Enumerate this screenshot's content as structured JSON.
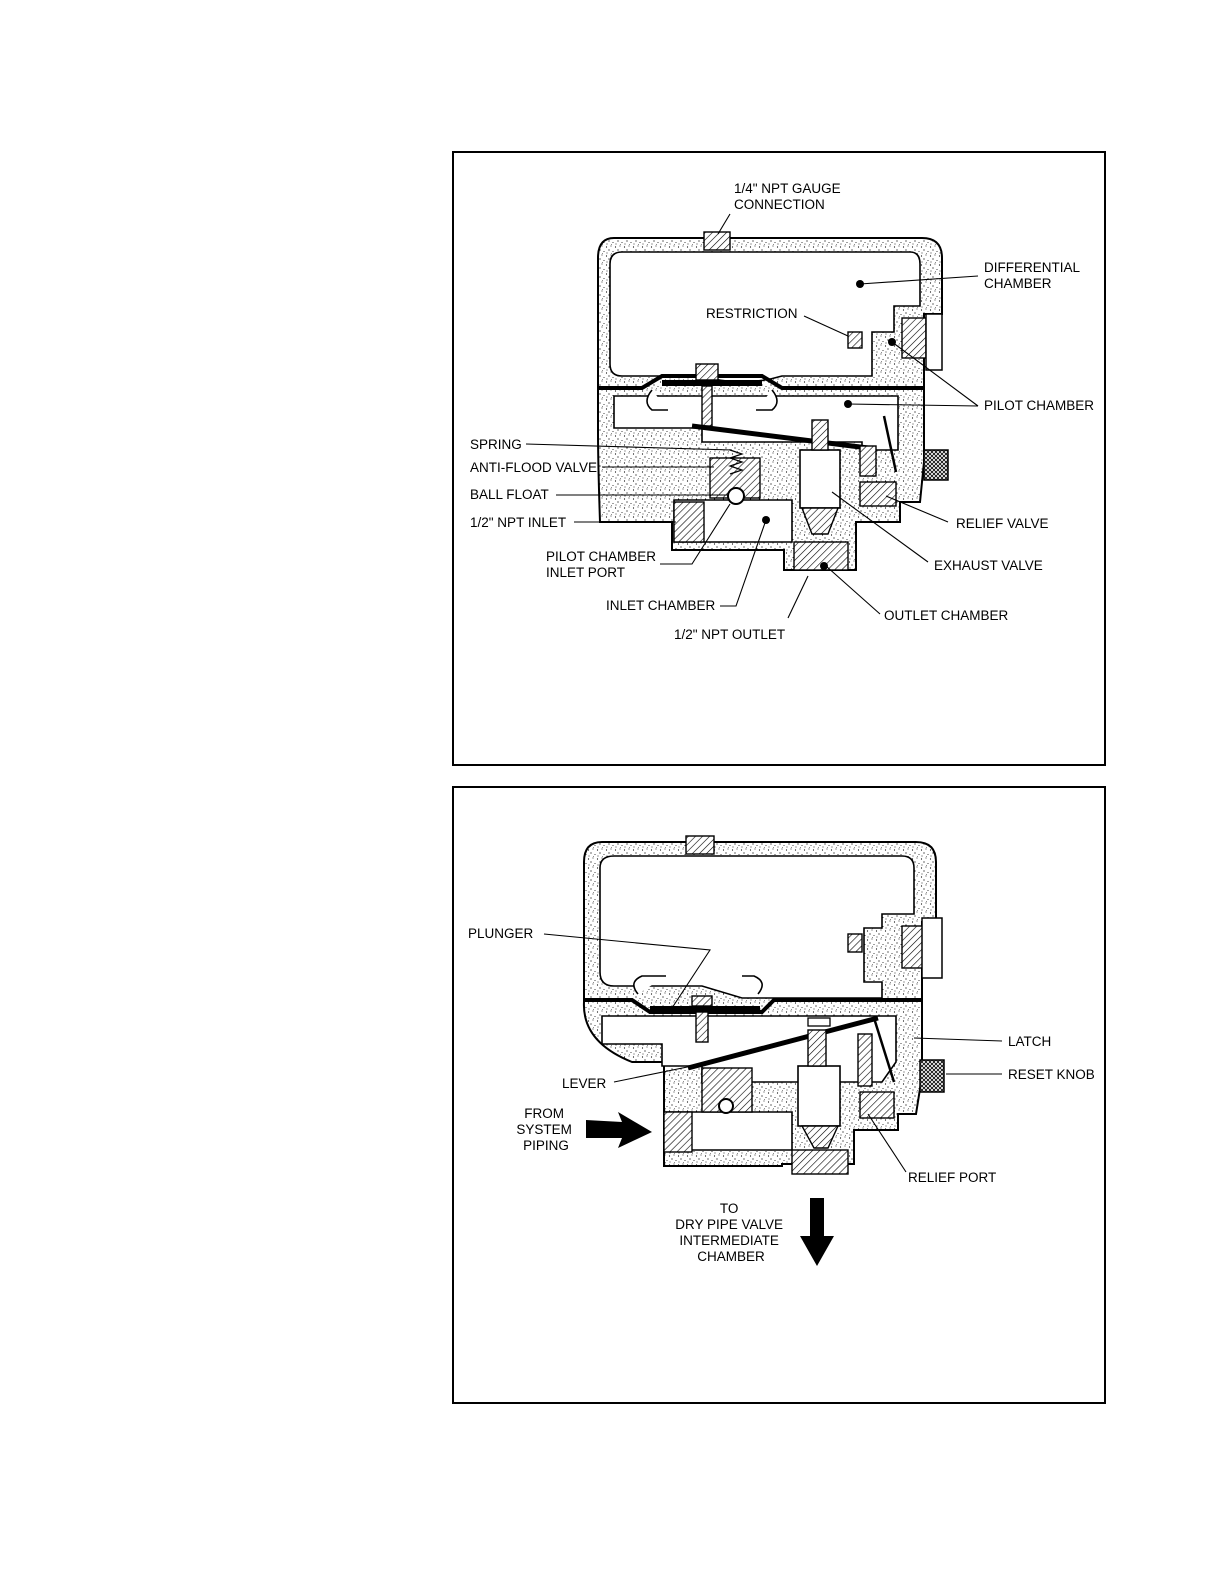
{
  "figure_top": {
    "labels": {
      "gauge_connection": [
        "1/4\" NPT GAUGE",
        "CONNECTION"
      ],
      "differential_chamber": [
        "DIFFERENTIAL",
        "CHAMBER"
      ],
      "restriction": "RESTRICTION",
      "pilot_chamber": "PILOT CHAMBER",
      "spring": "SPRING",
      "anti_flood_valve": "ANTI-FLOOD VALVE",
      "ball_float": "BALL FLOAT",
      "npt_inlet": "1/2\" NPT INLET",
      "pilot_chamber_inlet_port": [
        "PILOT CHAMBER",
        "INLET PORT"
      ],
      "relief_valve": "RELIEF VALVE",
      "exhaust_valve": "EXHAUST VALVE",
      "inlet_chamber": "INLET CHAMBER",
      "outlet_chamber": "OUTLET CHAMBER",
      "npt_outlet": "1/2\" NPT OUTLET"
    }
  },
  "figure_bottom": {
    "labels": {
      "plunger": "PLUNGER",
      "latch": "LATCH",
      "reset_knob": "RESET KNOB",
      "lever": "LEVER",
      "from_system_piping": [
        "FROM",
        "SYSTEM",
        "PIPING"
      ],
      "relief_port": "RELIEF PORT",
      "to_dry_pipe_valve": [
        "TO",
        "DRY PIPE VALVE",
        "INTERMEDIATE",
        "CHAMBER"
      ]
    }
  }
}
